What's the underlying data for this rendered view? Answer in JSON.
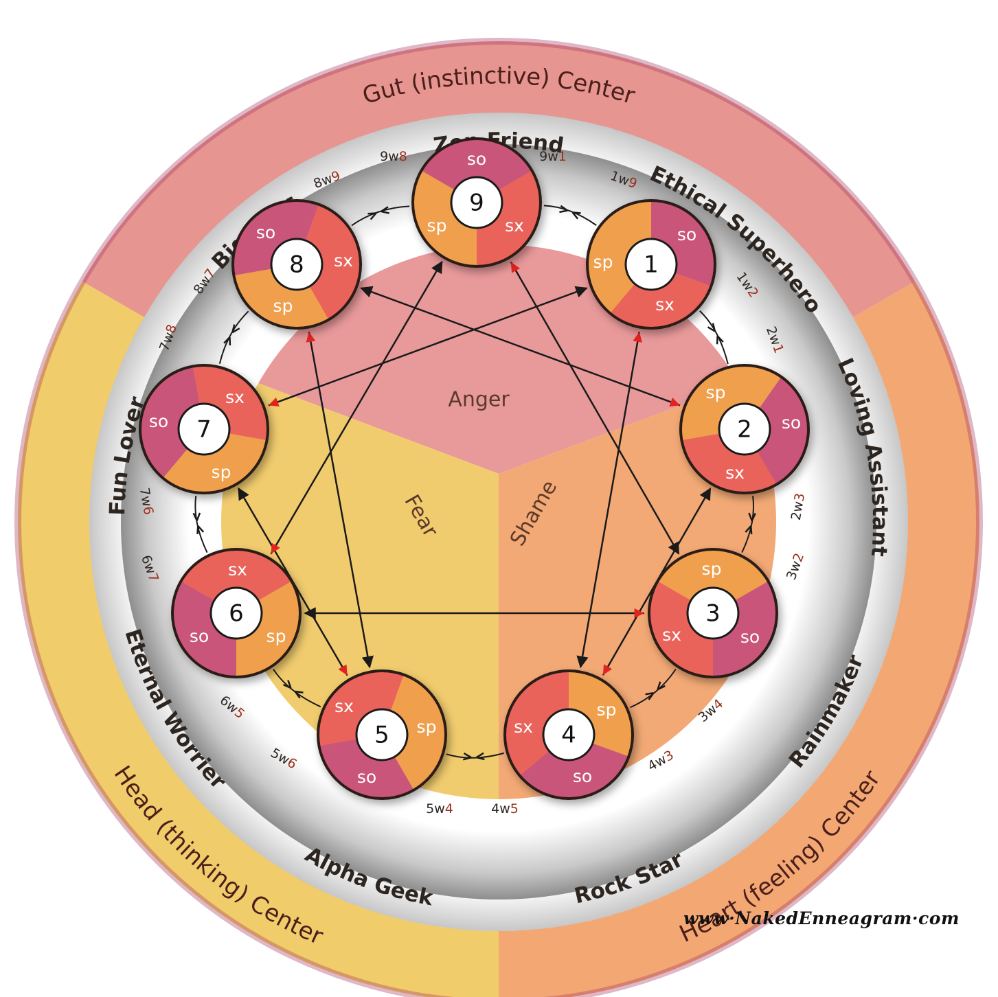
{
  "centers": [
    {
      "label": "Gut (instinctive) Center",
      "color": "#e79591"
    },
    {
      "label": "Heart (feeling) Center",
      "color": "#f3a874"
    },
    {
      "label": "Head (thinking) Center",
      "color": "#f1cc6a"
    }
  ],
  "emotions": [
    {
      "label": "Anger",
      "color": "#e8999a"
    },
    {
      "label": "Shame",
      "color": "#f2a975"
    },
    {
      "label": "Fear",
      "color": "#f1cc6e"
    }
  ],
  "types": [
    {
      "num": "1",
      "name": "Ethical Superhero"
    },
    {
      "num": "2",
      "name": "Loving Assistant"
    },
    {
      "num": "3",
      "name": "Rainmaker"
    },
    {
      "num": "4",
      "name": "Rock Star"
    },
    {
      "num": "5",
      "name": "Alpha Geek"
    },
    {
      "num": "6",
      "name": "Eternal Worrier"
    },
    {
      "num": "7",
      "name": "Fun Lover"
    },
    {
      "num": "8",
      "name": "Big Boss"
    },
    {
      "num": "9",
      "name": "Zen Friend"
    }
  ],
  "wings": [
    {
      "base": "9w",
      "wing": "1"
    },
    {
      "base": "1w",
      "wing": "9"
    },
    {
      "base": "1w",
      "wing": "2"
    },
    {
      "base": "2w",
      "wing": "1"
    },
    {
      "base": "2w",
      "wing": "3"
    },
    {
      "base": "3w",
      "wing": "2"
    },
    {
      "base": "3w",
      "wing": "4"
    },
    {
      "base": "4w",
      "wing": "3"
    },
    {
      "base": "4w",
      "wing": "5"
    },
    {
      "base": "5w",
      "wing": "4"
    },
    {
      "base": "5w",
      "wing": "6"
    },
    {
      "base": "6w",
      "wing": "5"
    },
    {
      "base": "6w",
      "wing": "7"
    },
    {
      "base": "7w",
      "wing": "6"
    },
    {
      "base": "7w",
      "wing": "8"
    },
    {
      "base": "8w",
      "wing": "7"
    },
    {
      "base": "8w",
      "wing": "9"
    },
    {
      "base": "9w",
      "wing": "8"
    }
  ],
  "instincts": {
    "so": "so",
    "sx": "sx",
    "sp": "sp"
  },
  "instinct_colors": {
    "so": "#c9547a",
    "sx": "#e9645a",
    "sp": "#f0a04e"
  },
  "footer": "www·NakedEnneagram·com"
}
